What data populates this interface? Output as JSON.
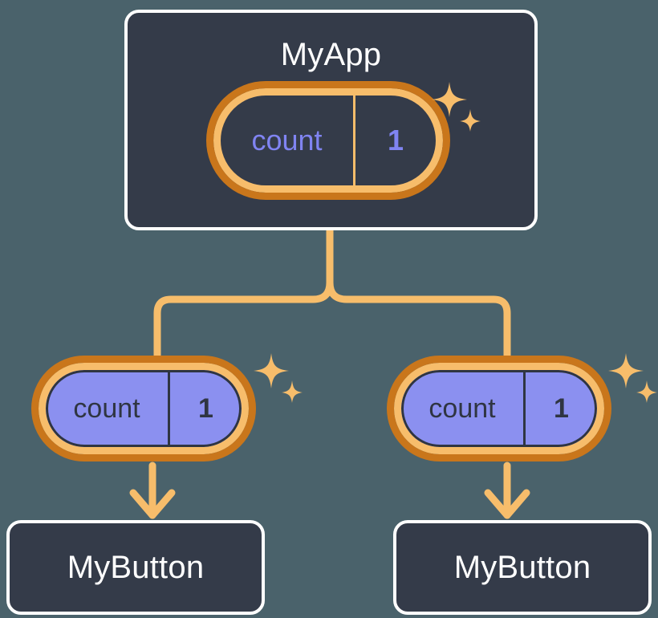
{
  "diagram": {
    "type": "component-state-tree",
    "background_color": "#4a626b",
    "accent_color": "#f7bd6b",
    "accent_dark_color": "#c9761b",
    "node_fill_color": "#343b49",
    "node_border_color": "#ffffff",
    "state_value_color_top": "#8084f2",
    "state_fill_color_bottom": "#8b90f0",
    "state_text_color_bottom": "#2f3542"
  },
  "root": {
    "title": "MyApp",
    "state": {
      "key": "count",
      "value": "1",
      "sparkle_icon": "sparkle-icon"
    }
  },
  "branches": [
    {
      "side": "left",
      "state": {
        "key": "count",
        "value": "1",
        "sparkle_icon": "sparkle-icon"
      },
      "child": {
        "title": "MyButton"
      },
      "arrow_icon": "arrow-down-icon"
    },
    {
      "side": "right",
      "state": {
        "key": "count",
        "value": "1",
        "sparkle_icon": "sparkle-icon"
      },
      "child": {
        "title": "MyButton"
      },
      "arrow_icon": "arrow-down-icon"
    }
  ]
}
